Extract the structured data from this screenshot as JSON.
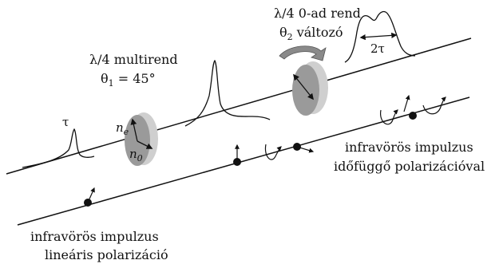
{
  "labels": {
    "tau": "τ",
    "two_tau": "2τ",
    "plate1_line1": "λ/4 multirend",
    "plate1_line2_prefix": "θ",
    "plate1_line2_sub": "1",
    "plate1_line2_suffix": " = 45°",
    "plate2_line1": "λ/4 0-ad rend",
    "plate2_line2_prefix": "θ",
    "plate2_line2_sub": "2",
    "plate2_line2_suffix": " változó",
    "axis_ne": "n",
    "axis_ne_sub": "e",
    "axis_n0": "n",
    "axis_n0_sub": "0",
    "right_line1": "infravörös impulzus",
    "right_line2": "időfüggő polarizációval",
    "bottom_line1": "infravörös impulzus",
    "bottom_line2": "lineáris polarizáció"
  },
  "colors": {
    "line": "#111111",
    "plate_face": "#9a9a9a",
    "plate_rim": "#cfcfcf"
  }
}
